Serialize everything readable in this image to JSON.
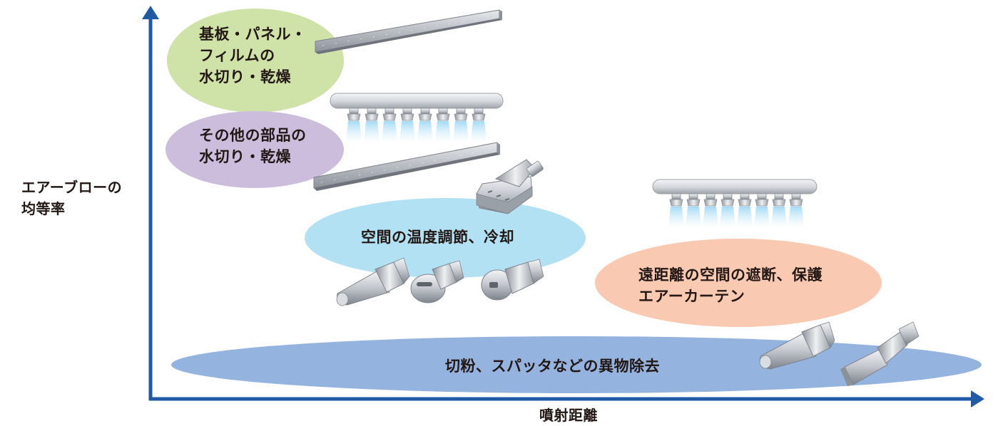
{
  "axes": {
    "y_label": [
      "エアーブローの",
      "均等率"
    ],
    "x_label": "噴射距離",
    "axis_color": "#1f5aa6"
  },
  "regions": [
    {
      "id": "substrate",
      "lines": [
        "基板・パネル・",
        "フィルムの",
        "水切り・乾燥"
      ],
      "color": "#cfe2a7"
    },
    {
      "id": "parts",
      "lines": [
        "その他の部品の",
        "水切り・乾燥"
      ],
      "color": "#cdbddc"
    },
    {
      "id": "space",
      "lines": [
        "空間の温度調節、冷却"
      ],
      "color": "#b3e1f4"
    },
    {
      "id": "curtain",
      "lines": [
        "遠距離の空間の遮断、保護",
        "エアーカーテン"
      ],
      "color": "#f9c9b1"
    },
    {
      "id": "debris",
      "lines": [
        "切粉、スパッタなどの異物除去"
      ],
      "color": "#94b3df"
    }
  ],
  "icons": [
    "slit-nozzle-bar-icon",
    "nozzle-manifold-icon",
    "flat-nozzle-icon",
    "round-nozzle-icon"
  ]
}
